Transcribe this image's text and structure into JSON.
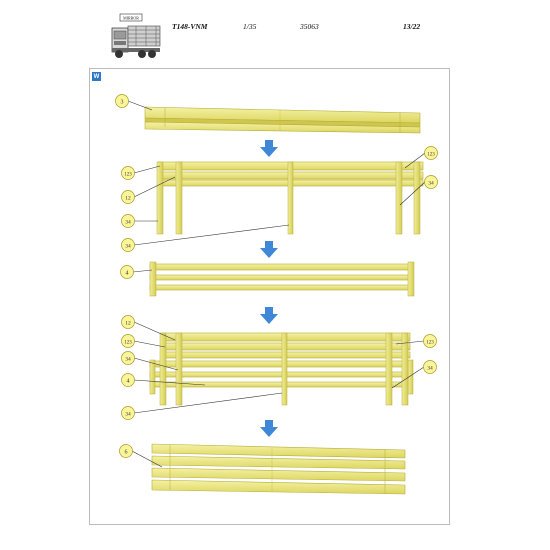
{
  "header": {
    "model": "T148-VNM",
    "scale": "1/35",
    "code": "35063",
    "page": "13/22"
  },
  "step_label": "W",
  "colors": {
    "part_fill": "#ece879",
    "part_stroke": "#b7ad3a",
    "callout_fill": "#fbf59a",
    "callout_stroke": "#a89a28",
    "arrow": "#3f88d8"
  },
  "callouts": {
    "a1": "3",
    "b1": "123",
    "b2": "12",
    "b3": "34",
    "b4": "34",
    "b5": "123",
    "b6": "34",
    "c1": "4",
    "d1": "12",
    "d2": "123",
    "d3": "34",
    "d4": "4",
    "d5": "34",
    "d6": "123",
    "d7": "34",
    "e1": "6"
  }
}
